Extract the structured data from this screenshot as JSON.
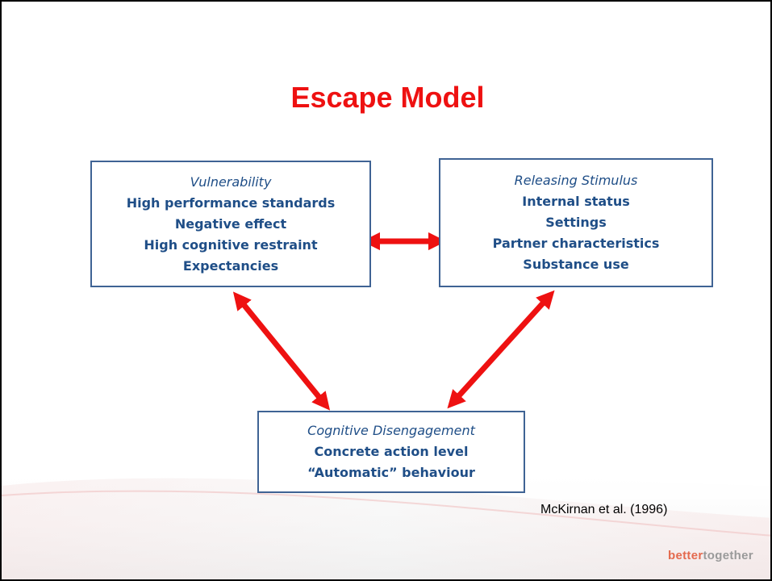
{
  "title": "Escape Model",
  "boxes": {
    "vulnerability": {
      "heading": "Vulnerability",
      "items": [
        "High performance standards",
        "Negative effect",
        "High cognitive restraint",
        "Expectancies"
      ]
    },
    "releasing_stimulus": {
      "heading": "Releasing Stimulus",
      "items": [
        "Internal status",
        "Settings",
        "Partner characteristics",
        "Substance use"
      ]
    },
    "cognitive_disengagement": {
      "heading": "Cognitive Disengagement",
      "items": [
        "Concrete action level",
        "“Automatic” behaviour"
      ]
    }
  },
  "citation": "McKirnan et al. (1996)",
  "logo": {
    "part1": "better",
    "part2": "together"
  },
  "colors": {
    "title": "#ee1111",
    "arrow": "#ee1111",
    "box_border": "#3f6394",
    "box_text": "#1f4e87"
  }
}
